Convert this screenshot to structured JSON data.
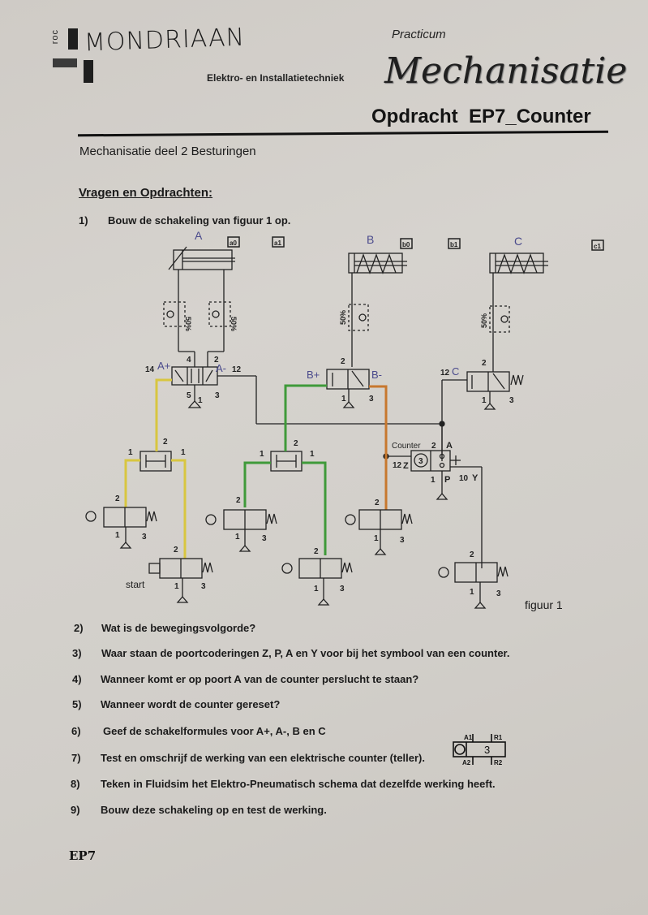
{
  "header": {
    "logo_prefix": "roc",
    "logo_name": "MONDRIAAN",
    "department": "Elektro- en Installatietechniek",
    "practicum": "Practicum",
    "course": "Mechanisatie",
    "assignment": "Opdracht  EP7_Counter"
  },
  "section_title": "Mechanisatie deel 2 Besturingen",
  "questions_heading": "Vragen en Opdrachten:",
  "questions": [
    {
      "num": "1)",
      "text": "Bouw de schakeling van figuur 1 op."
    },
    {
      "num": "2)",
      "text": "Wat is de bewegingsvolgorde?"
    },
    {
      "num": "3)",
      "text": "Waar staan de poortcoderingen Z, P, A en Y voor bij het symbool van een counter."
    },
    {
      "num": "4)",
      "text": "Wanneer komt er op poort A van de counter perslucht te staan?"
    },
    {
      "num": "5)",
      "text": "Wanneer wordt de counter gereset?"
    },
    {
      "num": "6)",
      "text": "Geef de schakelformules voor A+, A-, B en C"
    },
    {
      "num": "7)",
      "text": "Test en omschrijf de werking van een elektrische counter (teller)."
    },
    {
      "num": "8)",
      "text": "Teken in Fluidsim het Elektro-Pneumatisch schema dat dezelfde werking heeft."
    },
    {
      "num": "9)",
      "text": "Bouw deze schakeling op en test de werking."
    }
  ],
  "figure": {
    "caption": "figuur 1",
    "cylinders": {
      "a": "A",
      "b": "B",
      "c": "C"
    },
    "sensors": {
      "a0": "a0",
      "a1": "a1",
      "b0": "b0",
      "b1": "b1",
      "c1": "c1"
    },
    "flow_control": "50%",
    "ports": {
      "p1": "1",
      "p2": "2",
      "p3": "3",
      "p4": "4",
      "p5": "5",
      "p12": "12",
      "p14": "14",
      "p10": "10"
    },
    "annotations": {
      "a_plus": "A+",
      "a_minus": "A-",
      "b_plus": "B+",
      "b_minus": "B-",
      "c": "C"
    },
    "counter": {
      "label": "Counter",
      "preset": "3",
      "z": "Z",
      "a": "A",
      "p": "P",
      "y": "Y"
    },
    "start_label": "start",
    "line_colors": {
      "yellow": "#d8c640",
      "green": "#3f9a3a",
      "orange": "#c7782e",
      "black": "#222222"
    }
  },
  "electric_counter": {
    "a1": "A1",
    "a2": "A2",
    "r1": "R1",
    "r2": "R2",
    "preset": "3"
  },
  "footer": "EP7"
}
